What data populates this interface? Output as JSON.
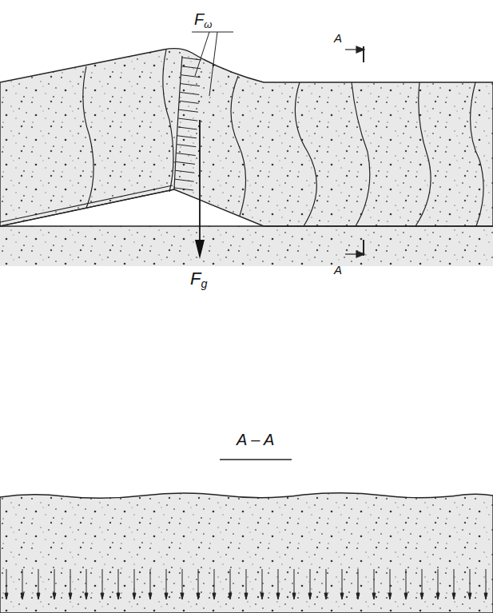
{
  "diagram": {
    "labels": [
      "Fω",
      "A",
      "Fg",
      "A",
      "A – A"
    ]
  }
}
